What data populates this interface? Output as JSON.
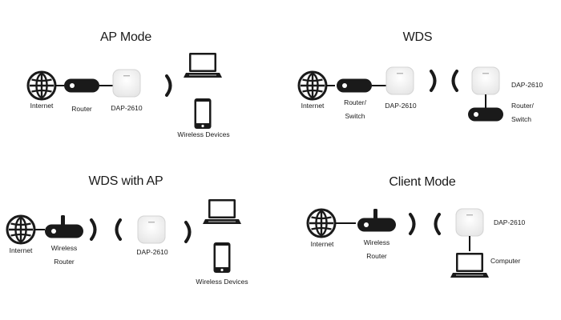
{
  "panels": {
    "ap_mode": {
      "title": "AP Mode",
      "labels": {
        "internet": "Internet",
        "router": "Router",
        "ap": "DAP-2610",
        "devices": "Wireless Devices"
      }
    },
    "wds": {
      "title": "WDS",
      "labels": {
        "internet": "Internet",
        "router_line1": "Router/",
        "router_line2": "Switch",
        "ap": "DAP-2610",
        "remote_ap": "DAP-2610",
        "remote_router_line1": "Router/",
        "remote_router_line2": "Switch"
      }
    },
    "wds_with_ap": {
      "title": "WDS with AP",
      "labels": {
        "internet": "Internet",
        "router_line1": "Wireless",
        "router_line2": "Router",
        "ap": "DAP-2610",
        "devices": "Wireless Devices"
      }
    },
    "client_mode": {
      "title": "Client Mode",
      "labels": {
        "internet": "Internet",
        "router_line1": "Wireless",
        "router_line2": "Router",
        "ap": "DAP-2610",
        "computer": "Computer"
      }
    }
  },
  "colors": {
    "device_dark": "#1a1a1a",
    "ap_body": "#f5f5f5",
    "ap_outline": "#d8d8d8",
    "line": "#111111"
  },
  "icons": [
    "globe-icon",
    "router-icon",
    "access-point-icon",
    "wireless-signal-icon",
    "laptop-icon",
    "smartphone-icon"
  ]
}
